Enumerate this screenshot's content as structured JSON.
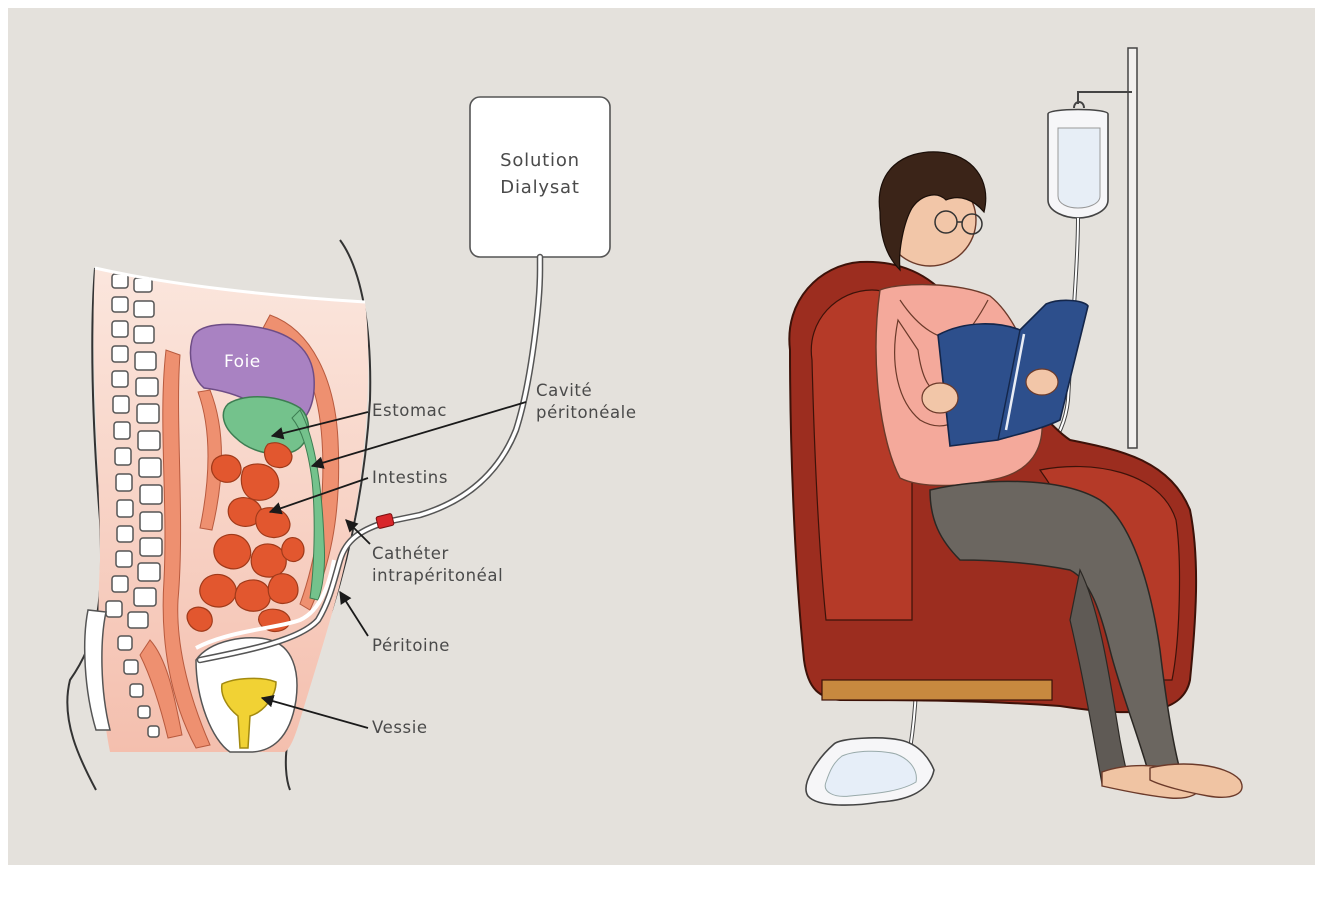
{
  "background_color": "#e4e1dc",
  "bag": {
    "line1": "Solution",
    "line2": "Dialysat"
  },
  "organs": {
    "liver": "Foie"
  },
  "labels": {
    "stomach": "Estomac",
    "cavity_line1": "Cavité",
    "cavity_line2": "péritonéale",
    "intestines": "Intestins",
    "catheter_line1": "Cathéter",
    "catheter_line2": "intrapéritonéal",
    "peritoneum": "Péritoine",
    "bladder": "Vessie"
  },
  "colors": {
    "liver": "#a982c2",
    "stomach": "#74c28c",
    "intestines": "#e2572f",
    "muscle": "#ee9070",
    "body": "#f5c9ba",
    "bladder": "#f1d234",
    "connector": "#d8262a",
    "armchair": "#9c2d1f",
    "book": "#2d4f8c",
    "shirt": "#f4a99b",
    "pants": "#6b6660"
  }
}
